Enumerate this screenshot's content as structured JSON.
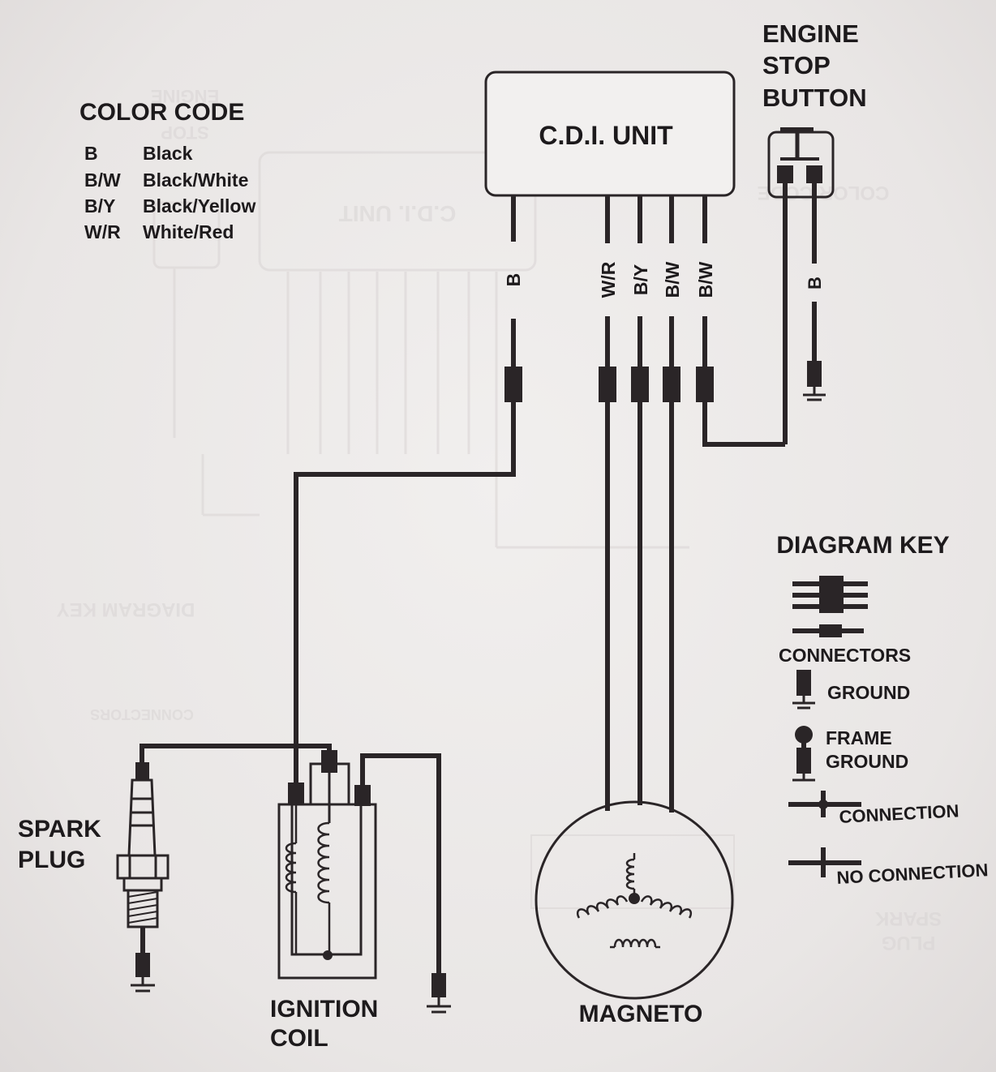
{
  "color_code": {
    "title": "COLOR CODE",
    "entries": [
      {
        "code": "B",
        "name": "Black"
      },
      {
        "code": "B/W",
        "name": "Black/White"
      },
      {
        "code": "B/Y",
        "name": "Black/Yellow"
      },
      {
        "code": "W/R",
        "name": "White/Red"
      }
    ]
  },
  "components": {
    "cdi_unit": "C.D.I. UNIT",
    "engine_stop_button": [
      "ENGINE",
      "STOP",
      "BUTTON"
    ],
    "spark_plug": [
      "SPARK",
      "PLUG"
    ],
    "ignition_coil": [
      "IGNITION",
      "COIL"
    ],
    "magneto": "MAGNETO"
  },
  "wires": {
    "cdi_black": "B",
    "cdi_white_red": "W/R",
    "cdi_black_yellow": "B/Y",
    "cdi_black_white_1": "B/W",
    "cdi_black_white_2": "B/W",
    "stop_black": "B"
  },
  "diagram_key": {
    "title": "DIAGRAM KEY",
    "connectors": "CONNECTORS",
    "ground": "GROUND",
    "frame_ground": [
      "FRAME",
      "GROUND"
    ],
    "connection": "CONNECTION",
    "no_connection": "NO CONNECTION"
  },
  "colors": {
    "ink": "#2a2527",
    "paper": "#eceae8"
  }
}
